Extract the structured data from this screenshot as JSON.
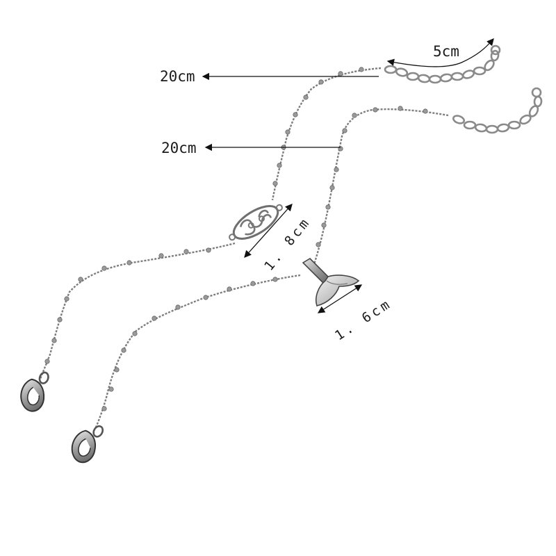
{
  "image": {
    "background_color": "#ffffff",
    "metal_color": "#8d8d8d"
  },
  "dimensions": {
    "chain_length_1": "20cm",
    "chain_length_2": "20cm",
    "extender_length": "5cm",
    "filigree_charm_width": "1. 8cm",
    "whale_tail_width": "1. 6cm"
  }
}
